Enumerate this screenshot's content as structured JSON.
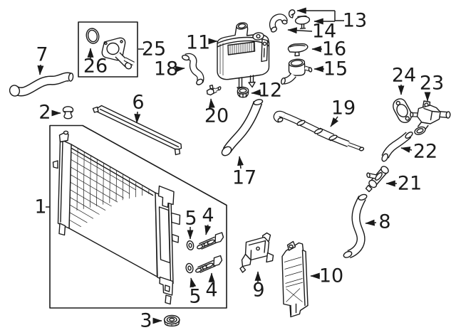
{
  "colors": {
    "ink": "#1a1a1a",
    "background": "#ffffff"
  },
  "callouts": [
    {
      "num": "1"
    },
    {
      "num": "2"
    },
    {
      "num": "3"
    },
    {
      "num": "4"
    },
    {
      "num": "5"
    },
    {
      "num": "4"
    },
    {
      "num": "5"
    },
    {
      "num": "6"
    },
    {
      "num": "7"
    },
    {
      "num": "8"
    },
    {
      "num": "9"
    },
    {
      "num": "10"
    },
    {
      "num": "11"
    },
    {
      "num": "12"
    },
    {
      "num": "13"
    },
    {
      "num": "14"
    },
    {
      "num": "15"
    },
    {
      "num": "16"
    },
    {
      "num": "17"
    },
    {
      "num": "18"
    },
    {
      "num": "19"
    },
    {
      "num": "20"
    },
    {
      "num": "21"
    },
    {
      "num": "22"
    },
    {
      "num": "23"
    },
    {
      "num": "24"
    },
    {
      "num": "25"
    },
    {
      "num": "26"
    }
  ]
}
